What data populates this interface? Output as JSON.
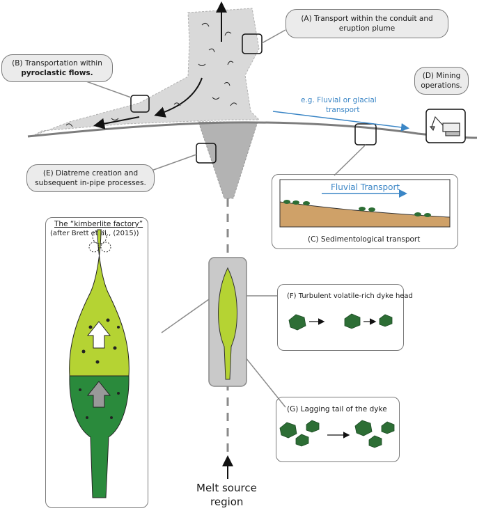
{
  "labels": {
    "a_line1": "(A) Transport within the conduit and",
    "a_line2": "eruption plume",
    "b_line1": "(B) Transportation within",
    "b_line2": "pyroclastic flows.",
    "c": "(C) Sedimentological transport",
    "c_fluvial": "Fluvial Transport",
    "d_line1": "(D) Mining",
    "d_line2": "operations.",
    "e_line1": "(E) Diatreme creation and",
    "e_line2": "subsequent in-pipe processes.",
    "f": "(F) Turbulent volatile-rich dyke head",
    "g": "(G) Lagging tail of the dyke",
    "transport_line1": "e.g. Fluvial or glacial",
    "transport_line2": "transport",
    "factory_title": "The “kimberlite factory”",
    "factory_ref": "(after Brett et al., (2015))",
    "melt_line1": "Melt source",
    "melt_line2": "region"
  },
  "colors": {
    "plume": "#d9d9d9",
    "ground": "#7d7d7d",
    "diatreme": "#b3b3b3",
    "dyke_head": "#b5d333",
    "dyke_tail": "#2a8a3c",
    "xenolith": "#2d6e35",
    "sediment": "#cfa168",
    "accent_blue": "#3b86c6",
    "callout_fill": "#ebebeb"
  }
}
